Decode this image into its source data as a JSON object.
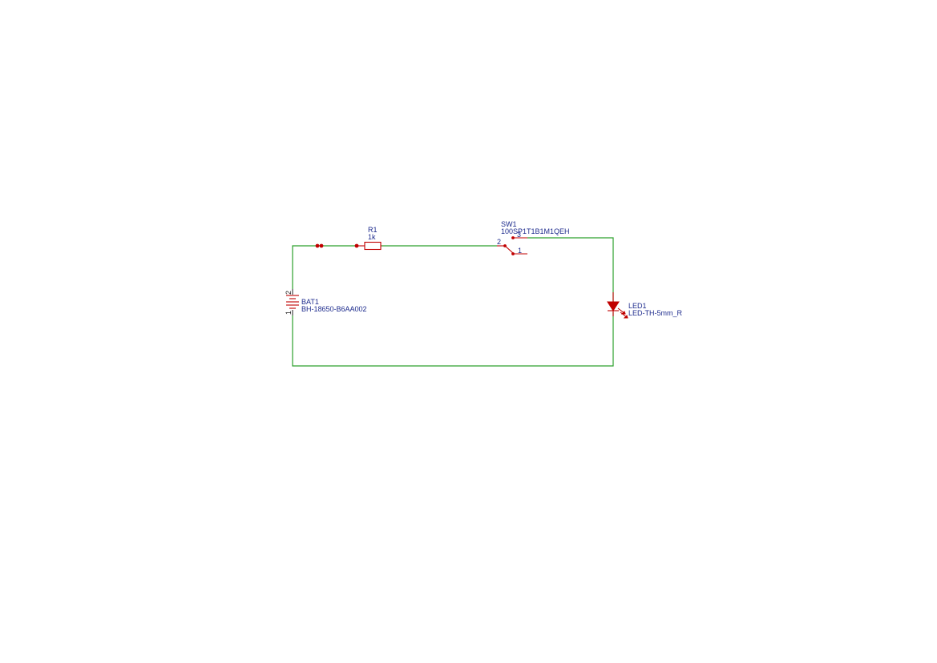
{
  "components": {
    "battery": {
      "ref": "BAT1",
      "value": "BH-18650-B6AA002",
      "pin_top": "2",
      "pin_bottom": "1"
    },
    "resistor": {
      "ref": "R1",
      "value": "1k"
    },
    "switch": {
      "ref": "SW1",
      "value": "100SP1T1B1M1QEH",
      "pin_common": "2",
      "pin_a": "1",
      "pin_b": "3"
    },
    "led": {
      "ref": "LED1",
      "value": "LED-TH-5mm_R"
    }
  },
  "colors": {
    "wire": "#2ca02c",
    "symbol": "#c00000",
    "label": "#1c2a8c",
    "background": "#ffffff"
  }
}
